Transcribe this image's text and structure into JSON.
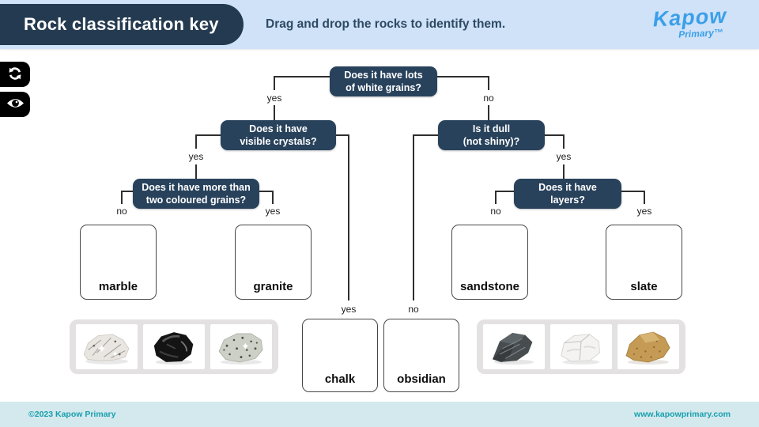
{
  "header": {
    "title": "Rock classification key",
    "subtitle": "Drag and drop the rocks to identify them.",
    "logo_main": "Kapow",
    "logo_sub": "Primary™"
  },
  "tree": {
    "questions": {
      "white_grains": "Does it have lots\nof white grains?",
      "crystals": "Does it have\nvisible crystals?",
      "dull": "Is it dull\n(not shiny)?",
      "coloured_grains": "Does it have more than\ntwo coloured grains?",
      "layers": "Does it have\nlayers?"
    },
    "branch_labels": {
      "white_grains_yes": "yes",
      "white_grains_no": "no",
      "crystals_yes": "yes",
      "crystals_chalk": "yes",
      "dull_obsidian": "no",
      "dull_yes": "yes",
      "coloured_no": "no",
      "coloured_yes": "yes",
      "layers_no": "no",
      "layers_yes": "yes"
    }
  },
  "drop_zones": [
    {
      "label": "marble"
    },
    {
      "label": "granite"
    },
    {
      "label": "sandstone"
    },
    {
      "label": "slate"
    },
    {
      "label": "chalk"
    },
    {
      "label": "obsidian"
    }
  ],
  "trays": {
    "left_rocks": [
      "white-veined-rock",
      "black-glossy-rock",
      "speckled-grey-rock"
    ],
    "right_rocks": [
      "dark-layered-rock",
      "white-chalky-rock",
      "sandy-brown-rock"
    ]
  },
  "colors": {
    "header_bg": "#cfe2f8",
    "navy": "#28425c",
    "logo_blue": "#3b9fe8",
    "footer_bg": "#d3e9ed",
    "footer_text": "#189fae"
  },
  "footer": {
    "copyright": "©2023 Kapow Primary",
    "website": "www.kapowprimary.com"
  }
}
